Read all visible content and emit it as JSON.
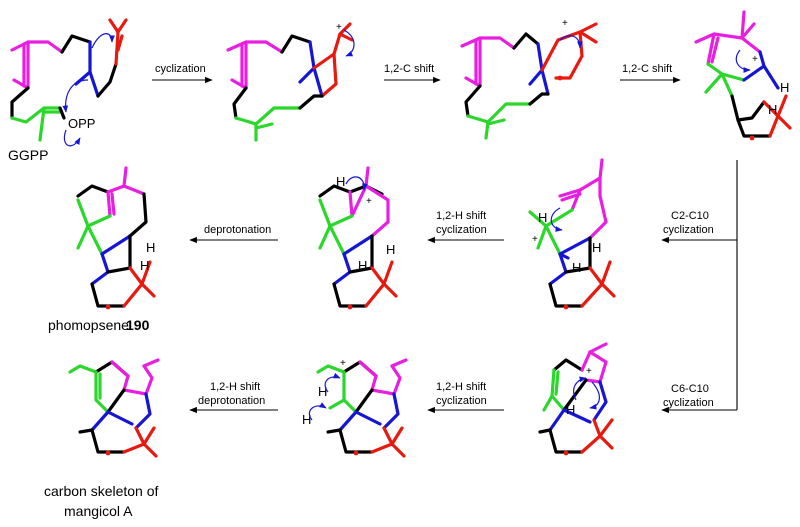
{
  "colors": {
    "magenta": "#e81ee0",
    "green": "#2bd72b",
    "blue": "#1515d6",
    "red": "#e8190f",
    "black": "#000000"
  },
  "labels": {
    "ggpp": "GGPP",
    "opp": "OPP",
    "step_cyclization": "cyclization",
    "step_12c_shift_a": "1,2-C shift",
    "step_12c_shift_b": "1,2-C shift",
    "step_c2c10_line1": "C2-C10",
    "step_c2c10_line2": "cyclization",
    "step_12h_line1_a": "1,2-H shift",
    "step_12h_line2_a": "cyclization",
    "step_deprotonation": "deprotonation",
    "product_phomopsene_name": "phomopsene",
    "product_phomopsene_number": "190",
    "step_c6c10_line1": "C6-C10",
    "step_c6c10_line2": "cyclization",
    "step_12h_line1_b": "1,2-H shift",
    "step_12h_line2_b": "cyclization",
    "step_12h_deprot_line1": "1,2-H shift",
    "step_12h_deprot_line2": "deprotonation",
    "product_mangicol_line1": "carbon skeleton of",
    "product_mangicol_line2": "mangicol A"
  },
  "atoms": {
    "h": "H",
    "plus": "+"
  }
}
